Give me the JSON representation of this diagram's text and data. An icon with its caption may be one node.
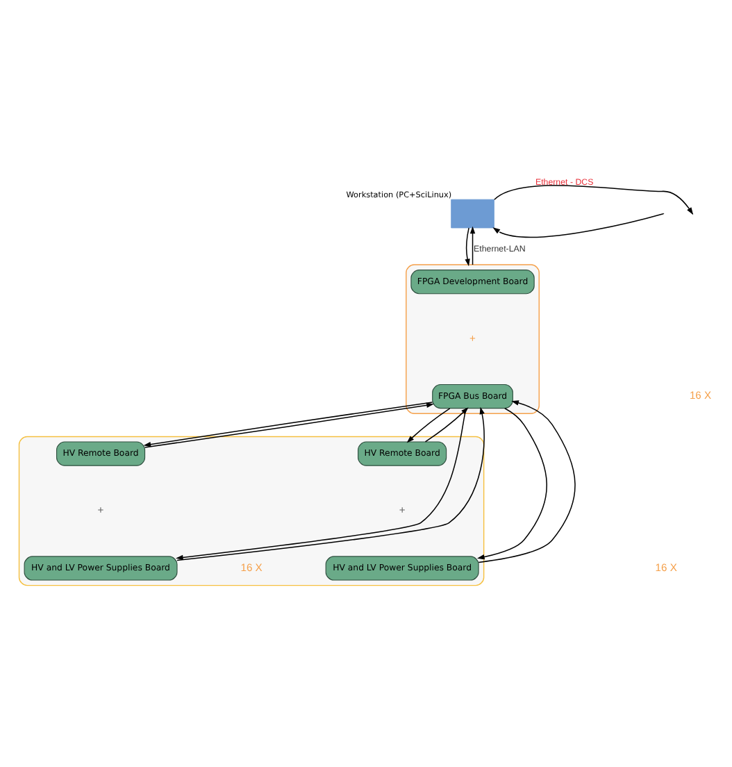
{
  "diagram": {
    "nodes": [
      {
        "text": [],
        "shape": "box",
        "beside": [
          "Workstation (PC+SciLinux)"
        ]
      },
      {
        "text": [],
        "shape": "box"
      },
      {
        "text": [
          "FPGA Development Board"
        ],
        "in": 1
      },
      {
        "text": [
          "FPGA Bus Board"
        ],
        "in": 1
      },
      {
        "text": [],
        "shape": "box"
      },
      {
        "text": [
          "HV Remote Board"
        ],
        "in": 4
      },
      {
        "text": [
          "HV Remote Board"
        ],
        "in": 4
      },
      {
        "text": [
          "HV and LV Power Supplies Board"
        ],
        "in": 4
      },
      {
        "text": [
          "HV and LV Power Supplies Board"
        ],
        "in": 4
      }
    ],
    "edges": [
      {
        "from": 0,
        "to": null,
        "arrow": "to",
        "label": "Ethernet - DCS"
      },
      {
        "from": null,
        "to": 0,
        "arrow": "to"
      },
      {
        "from": 0,
        "to": 1,
        "arrow": "to"
      },
      {
        "from": 1,
        "to": 0,
        "arrow": "to",
        "label": "Ethernet-LAN"
      },
      {
        "from": 3,
        "to": 5,
        "arrow": "to"
      },
      {
        "from": 5,
        "to": 3,
        "arrow": "to"
      },
      {
        "from": 3,
        "to": 7,
        "arrow": "to"
      },
      {
        "from": 7,
        "to": 3,
        "arrow": "to"
      },
      {
        "from": 3,
        "to": 8,
        "arrow": "to"
      },
      {
        "from": 8,
        "to": 3,
        "arrow": "to"
      },
      {
        "from": 3,
        "to": 6,
        "arrow": "to"
      },
      {
        "from": 6,
        "to": 3,
        "arrow": "to"
      }
    ],
    "labels": [
      "+",
      "16 X",
      "+",
      "+",
      "16 X",
      "16 X"
    ]
  }
}
